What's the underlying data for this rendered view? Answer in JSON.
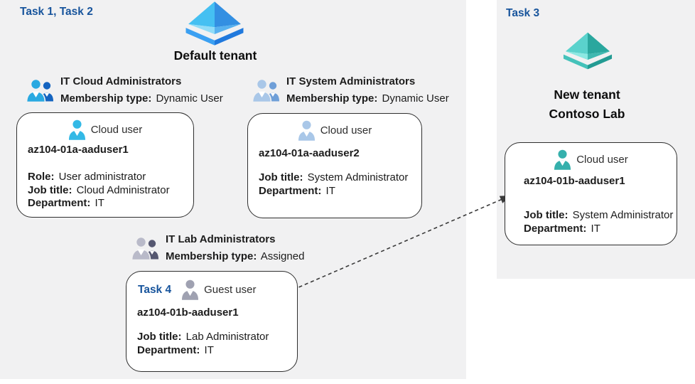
{
  "labels": {
    "task12": "Task 1, Task 2",
    "task3": "Task 3",
    "task4": "Task 4"
  },
  "tenants": {
    "default": {
      "title": "Default tenant"
    },
    "new": {
      "line1": "New tenant",
      "line2": "Contoso Lab"
    }
  },
  "groups": [
    {
      "name": "IT Cloud Administrators",
      "membership_label": "Membership type:",
      "membership_value": "Dynamic User"
    },
    {
      "name": "IT System Administrators",
      "membership_label": "Membership type:",
      "membership_value": "Dynamic User"
    },
    {
      "name": "IT Lab Administrators",
      "membership_label": "Membership type:",
      "membership_value": "Assigned"
    }
  ],
  "cards": [
    {
      "user_type": "Cloud user",
      "username": "az104-01a-aaduser1",
      "attrs": [
        {
          "label": "Role:",
          "value": "User administrator"
        },
        {
          "label": "Job title:",
          "value": "Cloud Administrator"
        },
        {
          "label": "Department:",
          "value": "IT"
        }
      ]
    },
    {
      "user_type": "Cloud user",
      "username": "az104-01a-aaduser2",
      "attrs": [
        {
          "label": "Job title:",
          "value": "System Administrator"
        },
        {
          "label": "Department:",
          "value": "IT"
        }
      ]
    },
    {
      "user_type": "Guest user",
      "username": "az104-01b-aaduser1",
      "attrs": [
        {
          "label": "Job title:",
          "value": "Lab Administrator"
        },
        {
          "label": "Department:",
          "value": "IT"
        }
      ]
    },
    {
      "user_type": "Cloud user",
      "username": "az104-01b-aaduser1",
      "attrs": [
        {
          "label": "Job title:",
          "value": "System Administrator"
        },
        {
          "label": "Department:",
          "value": "IT"
        }
      ]
    }
  ],
  "colors": {
    "task_label": "#17549c",
    "panel_bg": "#f1f1f2",
    "card_border": "#2e2e2e",
    "text": "#1c1c1c",
    "arrow": "#3a3a3a",
    "user_cyan": "#33b9e6",
    "user_steel": "#a9c7e8",
    "user_gray": "#9fa1b1",
    "user_teal": "#35b0ac",
    "group1_front": "#29a9e1",
    "group1_back": "#1464c0",
    "group2_front": "#a9c7e8",
    "group2_back": "#6f9fd8",
    "group3_front": "#b9bac9",
    "group3_back": "#565871",
    "az_tl": "#45c0f2",
    "az_tr": "#338fe2",
    "az_bl": "#90dcf8",
    "az_br": "#57b1ef",
    "az_chl": "#3ba0f2",
    "az_chr": "#2079dd",
    "teal_tl": "#5ad2cc",
    "teal_tr": "#2aa79e",
    "teal_bl": "#8ce8e2",
    "teal_br": "#3fb8b0",
    "teal_chl": "#45c2ba",
    "teal_chr": "#239b93"
  }
}
